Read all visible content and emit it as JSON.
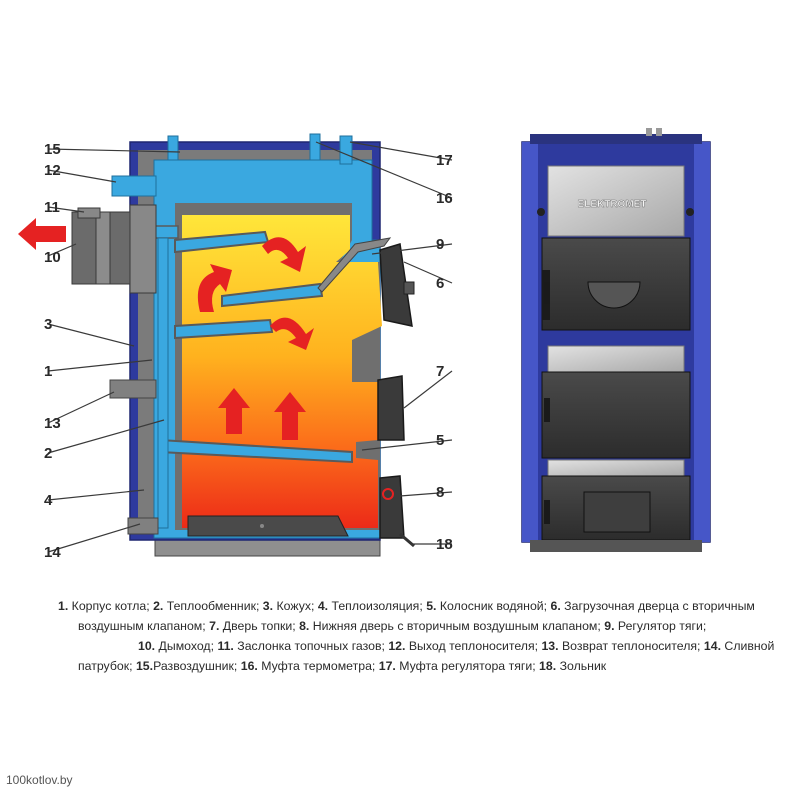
{
  "labels": {
    "l15": "15",
    "l12": "12",
    "l11": "11",
    "l10": "10",
    "l3": "3",
    "l1": "1",
    "l13": "13",
    "l2": "2",
    "l4": "4",
    "l14": "14",
    "l17": "17",
    "l16": "16",
    "l9": "9",
    "l6": "6",
    "l7": "7",
    "l5": "5",
    "l8": "8",
    "l18": "18"
  },
  "brand": "ELEKTROMET",
  "legend": [
    {
      "num": "1.",
      "text": " Корпус котла; "
    },
    {
      "num": "2.",
      "text": " Теплообменник; "
    },
    {
      "num": "3.",
      "text": " Кожух; "
    },
    {
      "num": "4.",
      "text": " Теплоизоляция; "
    },
    {
      "num": "5.",
      "text": " Колосник водяной; "
    },
    {
      "num": "6.",
      "text": " Загрузочная дверца с вторичным"
    },
    {
      "num": "",
      "text": "воздушным клапаном; "
    },
    {
      "num": "7.",
      "text": " Дверь топки; "
    },
    {
      "num": "8.",
      "text": " Нижняя дверь с вторичным воздушным клапаном; "
    },
    {
      "num": "9.",
      "text": " Регулятор тяги;"
    },
    {
      "num": "10.",
      "text": " Дымоход; "
    },
    {
      "num": "11.",
      "text": " Заслонка топочных газов; "
    },
    {
      "num": "12.",
      "text": " Выход теплоносителя; "
    },
    {
      "num": "13.",
      "text": " Возврат теплоносителя; "
    },
    {
      "num": "14.",
      "text": " Сливной"
    },
    {
      "num": "",
      "text": "патрубок; "
    },
    {
      "num": "15.",
      "text": "Развоздушник; "
    },
    {
      "num": "16.",
      "text": " Муфта термометра; "
    },
    {
      "num": "17.",
      "text": " Муфта регулятора тяги; "
    },
    {
      "num": "18.",
      "text": " Зольник"
    }
  ],
  "watermark": "100kotlov.by",
  "colors": {
    "casing_blue": "#2e3a9e",
    "water_blue": "#3aa8e0",
    "steel_gray": "#7d7d7d",
    "dark_door": "#3c3c3c",
    "fire_yellow": "#ffe23a",
    "fire_red": "#ee2a1a",
    "arrow_red": "#e52222"
  }
}
